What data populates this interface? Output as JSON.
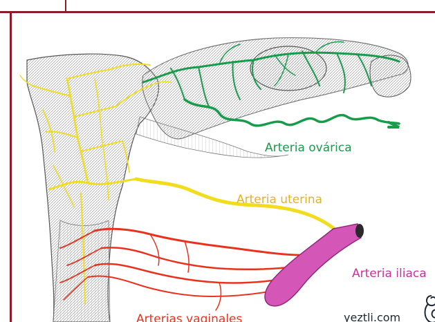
{
  "labels": {
    "arteria_ovarica": "Arteria ovárica",
    "arteria_uterina": "Arteria uterina",
    "arteria_iliaca": "Arteria iliaca",
    "arterias_vaginales": "Arterias vaginales"
  },
  "brand": {
    "site": "yeztli.com",
    "icon": "uterus-logo-icon"
  },
  "colors": {
    "frame": "#8c1c2c",
    "ovarian_artery": "#169c4a",
    "uterine_artery": "#f2dc1e",
    "iliac_artery": "#d457b8",
    "vaginal_arteries": "#e8321e",
    "ovarica_label": "#169c4a",
    "uterina_label": "#e8b21e",
    "iliaca_label": "#c8329c",
    "vaginales_label": "#e8321e"
  }
}
